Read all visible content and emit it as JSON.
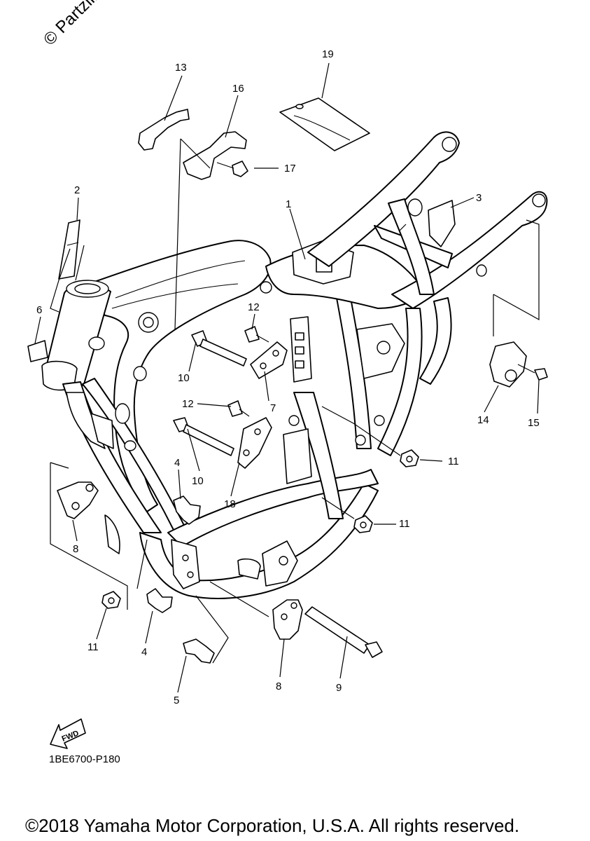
{
  "watermark": "© Partzilla",
  "diagram_code": "1BE6700-P180",
  "fwd_label": "FWD",
  "copyright": "©2018 Yamaha Motor Corporation, U.S.A. All rights reserved.",
  "callouts": [
    {
      "id": "c1",
      "label": "1"
    },
    {
      "id": "c2",
      "label": "2"
    },
    {
      "id": "c3",
      "label": "3"
    },
    {
      "id": "c4a",
      "label": "4"
    },
    {
      "id": "c4b",
      "label": "4"
    },
    {
      "id": "c5",
      "label": "5"
    },
    {
      "id": "c6",
      "label": "6"
    },
    {
      "id": "c7",
      "label": "7"
    },
    {
      "id": "c8a",
      "label": "8"
    },
    {
      "id": "c8b",
      "label": "8"
    },
    {
      "id": "c9",
      "label": "9"
    },
    {
      "id": "c10a",
      "label": "10"
    },
    {
      "id": "c10b",
      "label": "10"
    },
    {
      "id": "c11a",
      "label": "11"
    },
    {
      "id": "c11b",
      "label": "11"
    },
    {
      "id": "c11c",
      "label": "11"
    },
    {
      "id": "c12a",
      "label": "12"
    },
    {
      "id": "c12b",
      "label": "12"
    },
    {
      "id": "c13",
      "label": "13"
    },
    {
      "id": "c14",
      "label": "14"
    },
    {
      "id": "c15",
      "label": "15"
    },
    {
      "id": "c16",
      "label": "16"
    },
    {
      "id": "c17",
      "label": "17"
    },
    {
      "id": "c18",
      "label": "18"
    },
    {
      "id": "c19",
      "label": "19"
    }
  ]
}
